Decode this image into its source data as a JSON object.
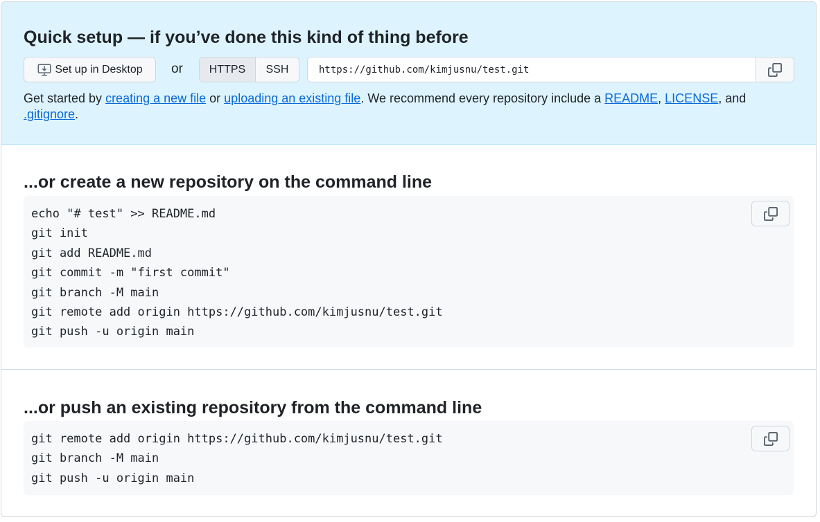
{
  "quick_setup": {
    "title": "Quick setup — if you’ve done this kind of thing before",
    "desktop_button_label": "Set up in Desktop",
    "or_text": "or",
    "protocols": [
      {
        "label": "HTTPS",
        "selected": true
      },
      {
        "label": "SSH",
        "selected": false
      }
    ],
    "clone_url": "https://github.com/kimjusnu/test.git",
    "intro": {
      "prefix": "Get started by ",
      "link_new_file": "creating a new file",
      "or": " or ",
      "link_upload": "uploading an existing file",
      "middle": ". We recommend every repository include a ",
      "link_readme": "README",
      "comma": ", ",
      "link_license": "LICENSE",
      "and": ", and ",
      "link_gitignore": ".gitignore",
      "suffix": "."
    }
  },
  "new_repo": {
    "title": "...or create a new repository on the command line",
    "lines": [
      "echo \"# test\" >> README.md",
      "git init",
      "git add README.md",
      "git commit -m \"first commit\"",
      "git branch -M main",
      "git remote add origin https://github.com/kimjusnu/test.git",
      "git push -u origin main"
    ]
  },
  "existing_repo": {
    "title": "...or push an existing repository from the command line",
    "lines": [
      "git remote add origin https://github.com/kimjusnu/test.git",
      "git branch -M main",
      "git push -u origin main"
    ]
  },
  "icons": {
    "desktop": "desktop-download-icon",
    "copy": "copy-icon"
  },
  "colors": {
    "accent": "#0969da",
    "quick_bg": "#ddf4ff",
    "code_bg": "#f6f8fa",
    "border": "#d0d7de"
  }
}
